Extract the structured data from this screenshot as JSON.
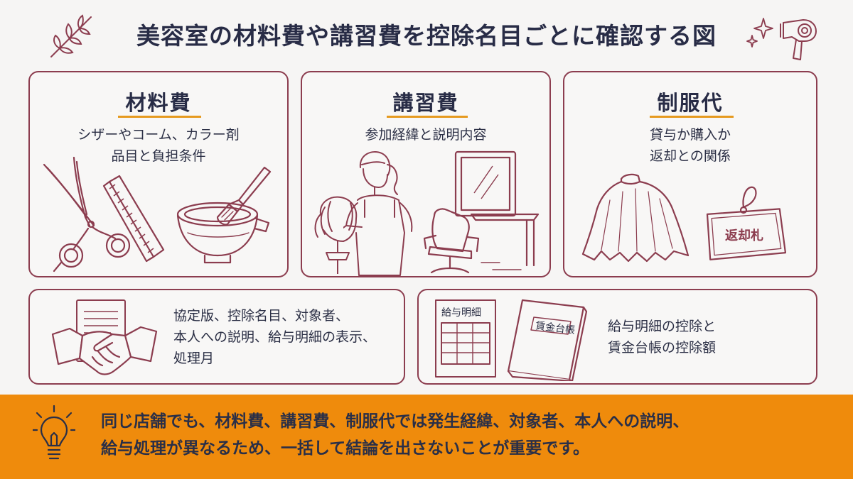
{
  "title": "美容室の材料費や講習費を控除名目ごとに確認する図",
  "cards": {
    "materials": {
      "title": "材料費",
      "desc": [
        "シザーやコーム、カラー剤",
        "品目と負担条件"
      ]
    },
    "training": {
      "title": "講習費",
      "desc": [
        "参加経緯と説明内容"
      ]
    },
    "uniform": {
      "title": "制服代",
      "desc": [
        "貸与か購入か",
        "返却との関係"
      ],
      "tag_label": "返却札"
    }
  },
  "agreement": {
    "lines": [
      "協定版、控除名目、対象者、",
      "本人への説明、給与明細の表示、",
      "処理月"
    ]
  },
  "payslip": {
    "slip_label": "給与明細",
    "ledger_label": "賃金台帳",
    "lines": [
      "給与明細の控除と",
      "賃金台帳の控除額"
    ]
  },
  "conclusion": {
    "lines": [
      "同じ店舗でも、材料費、講習費、制服代では発生経緯、対象者、本人への説明、",
      "給与処理が異なるため、一括して結論を出さないことが重要です。"
    ]
  },
  "icons": [
    "leaf-branch-icon",
    "sparkle-icon",
    "hair-dryer-icon",
    "scissors-icon",
    "comb-icon",
    "color-bowl-icon",
    "brush-icon",
    "stylist-icon",
    "mannequin-head-icon",
    "mirror-icon",
    "salon-chair-icon",
    "cape-icon",
    "tag-icon",
    "document-icon",
    "handshake-icon",
    "payslip-icon",
    "ledger-book-icon",
    "lightbulb-icon"
  ],
  "colors": {
    "accent": "#8c3d4f",
    "underline": "#e69a1f",
    "banner": "#ef8b0c",
    "text": "#282c46"
  }
}
